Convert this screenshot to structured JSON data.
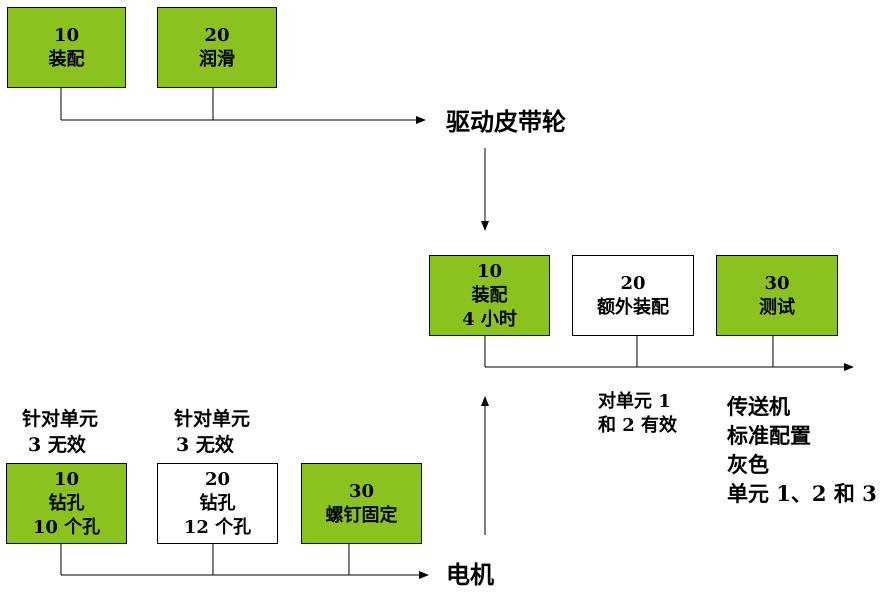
{
  "top_group": {
    "boxes": [
      {
        "num": "10",
        "name": "装配",
        "fill": "green"
      },
      {
        "num": "20",
        "name": "润滑",
        "fill": "green"
      }
    ],
    "target": "驱动皮带轮"
  },
  "middle_group": {
    "boxes": [
      {
        "num": "10",
        "name": "装配",
        "extra": "4 小时",
        "fill": "green"
      },
      {
        "num": "20",
        "name": "额外装配",
        "fill": "white"
      },
      {
        "num": "30",
        "name": "测试",
        "fill": "green"
      }
    ],
    "note_left": [
      "对单元 1",
      "和 2 有效"
    ],
    "note_right": [
      "传送机",
      "标准配置",
      "灰色",
      "单元 1、2 和 3"
    ]
  },
  "bottom_group": {
    "notes": [
      [
        "针对单元",
        "3 无效"
      ],
      [
        "针对单元",
        "3 无效"
      ]
    ],
    "boxes": [
      {
        "num": "10",
        "name": "钻孔",
        "extra": "10 个孔",
        "fill": "green"
      },
      {
        "num": "20",
        "name": "钻孔",
        "extra": "12 个孔",
        "fill": "white"
      },
      {
        "num": "30",
        "name": "螺钉固定",
        "fill": "green"
      }
    ],
    "target": "电机"
  },
  "colors": {
    "green": "#8cc21e",
    "white": "#ffffff",
    "line": "#000000"
  }
}
